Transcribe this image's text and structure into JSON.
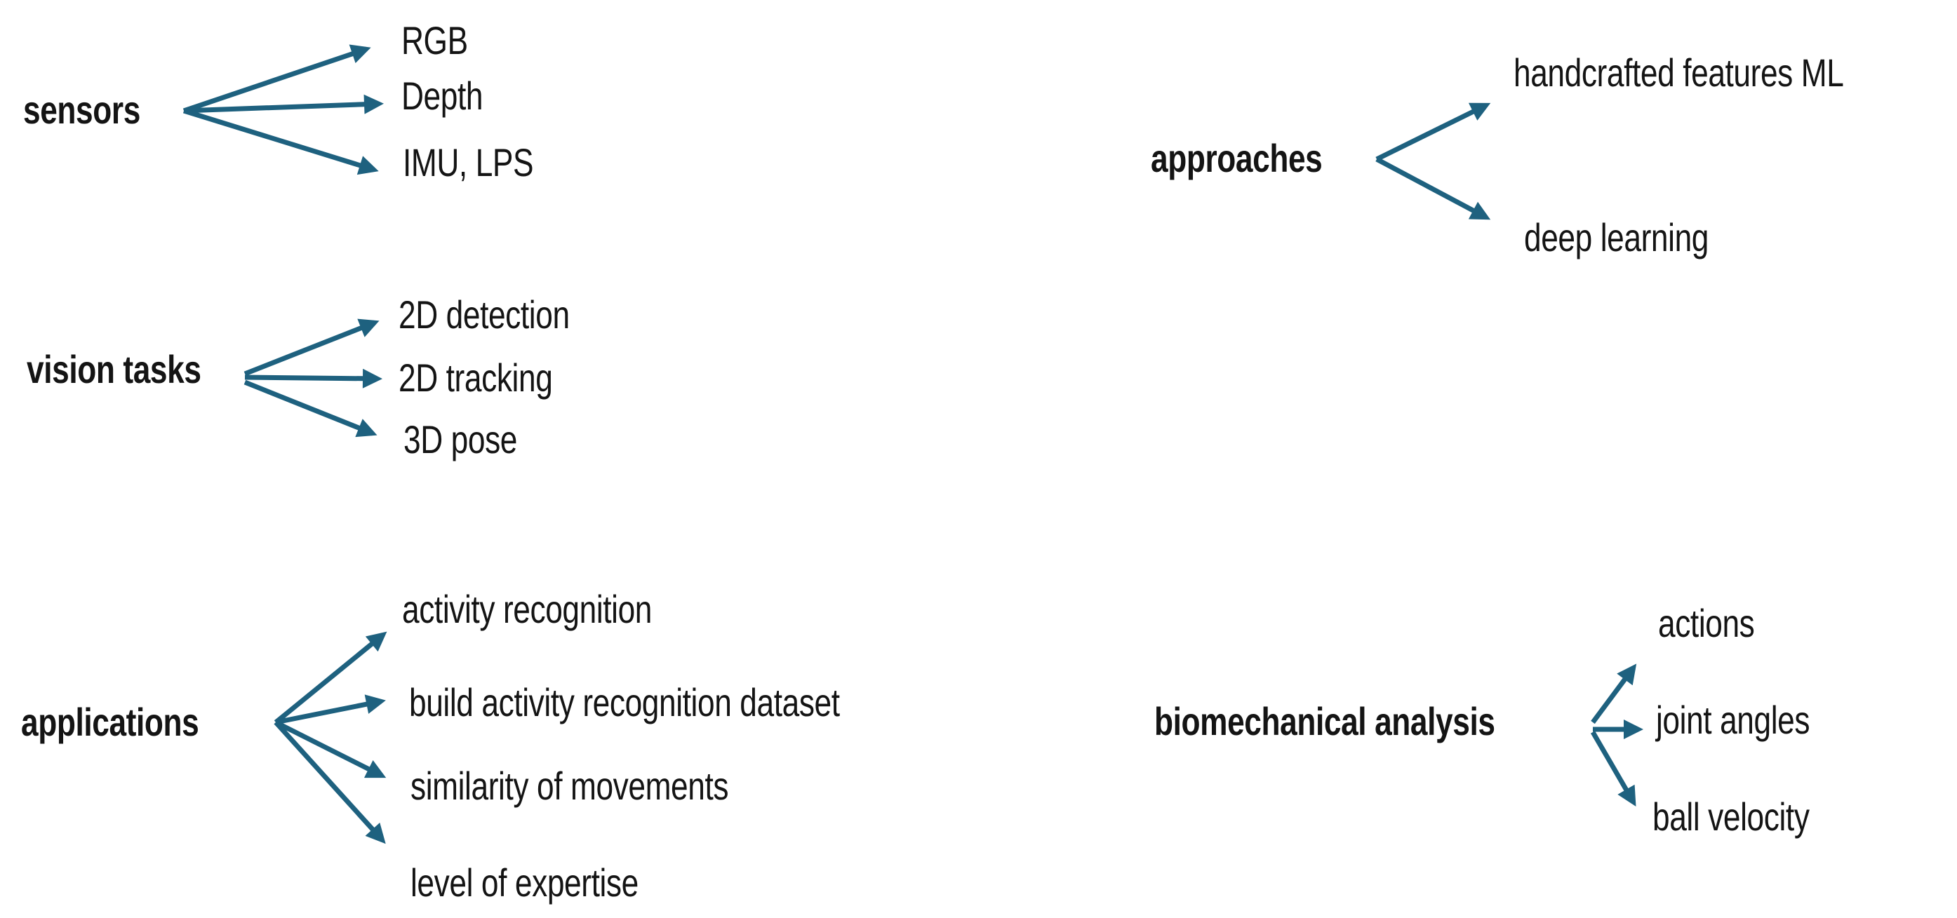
{
  "diagram": {
    "type": "mind-map-fan-diagram",
    "background": "#ffffff",
    "arrow_color": "#1E617F",
    "text_color": "#141414",
    "groups": [
      {
        "label": "sensors",
        "children": [
          "RGB",
          "Depth",
          "IMU, LPS"
        ]
      },
      {
        "label": "approaches",
        "children": [
          "handcrafted features ML",
          "deep learning"
        ]
      },
      {
        "label": "vision tasks",
        "children": [
          "2D detection",
          "2D tracking",
          "3D pose"
        ]
      },
      {
        "label": "applications",
        "children": [
          "activity recognition",
          "build activity recognition dataset",
          "similarity of movements",
          "level of expertise"
        ]
      },
      {
        "label": "biomechanical analysis",
        "children": [
          "actions",
          "joint angles",
          "ball velocity"
        ]
      }
    ]
  }
}
